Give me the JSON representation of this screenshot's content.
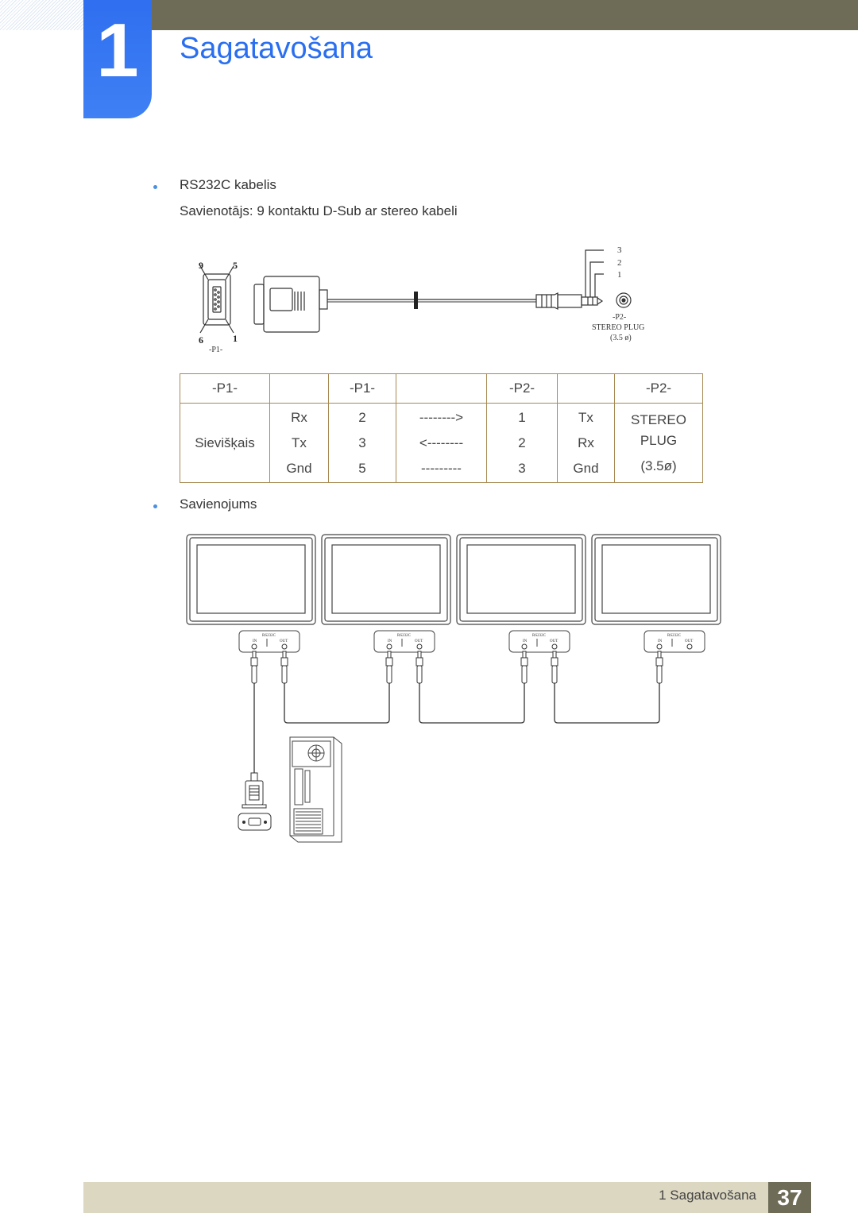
{
  "header": {
    "chapter_number": "1",
    "chapter_title": "Sagatavošana"
  },
  "section1": {
    "bullet_label": "RS232C kabelis",
    "connector_text": "Savienotājs: 9 kontaktu D-Sub ar stereo kabeli"
  },
  "diagram": {
    "dsub_pin_top_left": "9",
    "dsub_pin_top_right": "5",
    "dsub_pin_bottom_left": "6",
    "dsub_pin_bottom_right": "1",
    "p1_label": "-P1-",
    "p2_label": "-P2-",
    "stereo_label": "STEREO PLUG",
    "stereo_size": "(3.5 ø)",
    "plug_pin_3": "3",
    "plug_pin_2": "2",
    "plug_pin_1": "1"
  },
  "pin_table": {
    "headers": [
      "-P1-",
      "",
      "-P1-",
      "",
      "-P2-",
      "",
      "-P2-"
    ],
    "left_label": "Sievišķais",
    "p1_signals": [
      "Rx",
      "Tx",
      "Gnd"
    ],
    "p1_pins": [
      "2",
      "3",
      "5"
    ],
    "arrows": [
      "-------->",
      "<--------",
      "---------"
    ],
    "p2_pins": [
      "1",
      "2",
      "3"
    ],
    "p2_signals": [
      "Tx",
      "Rx",
      "Gnd"
    ],
    "right_label": [
      "STEREO",
      "PLUG",
      "(3.5ø)"
    ]
  },
  "section2": {
    "bullet_label": "Savienojums"
  },
  "monitor_ports": {
    "port_title": "RS232C",
    "in_label": "IN",
    "out_label": "OUT"
  },
  "footer": {
    "text": "1 Sagatavošana",
    "page": "37"
  }
}
